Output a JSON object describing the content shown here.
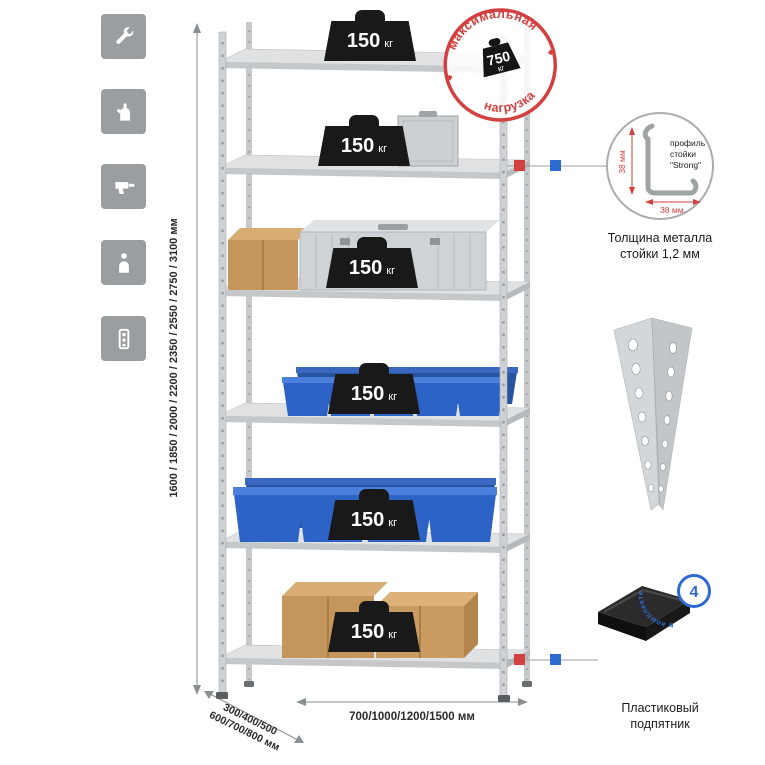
{
  "sidebar_icons": [
    {
      "icon": "wrench-icon"
    },
    {
      "icon": "gloves-icon"
    },
    {
      "icon": "drill-icon"
    },
    {
      "icon": "person-icon"
    },
    {
      "icon": "level-icon"
    }
  ],
  "rack": {
    "shelf_badges": [
      {
        "value": "150",
        "unit": "кг"
      },
      {
        "value": "150",
        "unit": "кг"
      },
      {
        "value": "150",
        "unit": "кг"
      },
      {
        "value": "150",
        "unit": "кг"
      },
      {
        "value": "150",
        "unit": "кг"
      },
      {
        "value": "150",
        "unit": "кг"
      }
    ]
  },
  "stamp": {
    "arc_top": "максимальная",
    "arc_bottom": "нагрузка",
    "value": "750",
    "unit": "кг"
  },
  "profile": {
    "line1": "профиль",
    "line2": "стойки",
    "line3": "\"Strong\"",
    "dim_v": "38 мм",
    "dim_h": "38 мм.",
    "caption1": "Толщина металла",
    "caption2": "стойки 1,2 мм"
  },
  "foot": {
    "badge_value": "4",
    "badge_arc": "в комплекте",
    "caption1": "Пластиковый",
    "caption2": "подпятник"
  },
  "dims": {
    "height": "1600 / 1850 / 2000 / 2200 / 2350 / 2550 / 2750 / 3100 мм",
    "depth1": "300/400/500",
    "depth2": "600/700/800 мм",
    "width": "700/1000/1200/1500 мм"
  },
  "colors": {
    "accent_red": "#d43f3f",
    "accent_blue": "#2e6ad1",
    "bin_blue": "#2d63c6",
    "metal_gray": "#cfd2d4"
  }
}
